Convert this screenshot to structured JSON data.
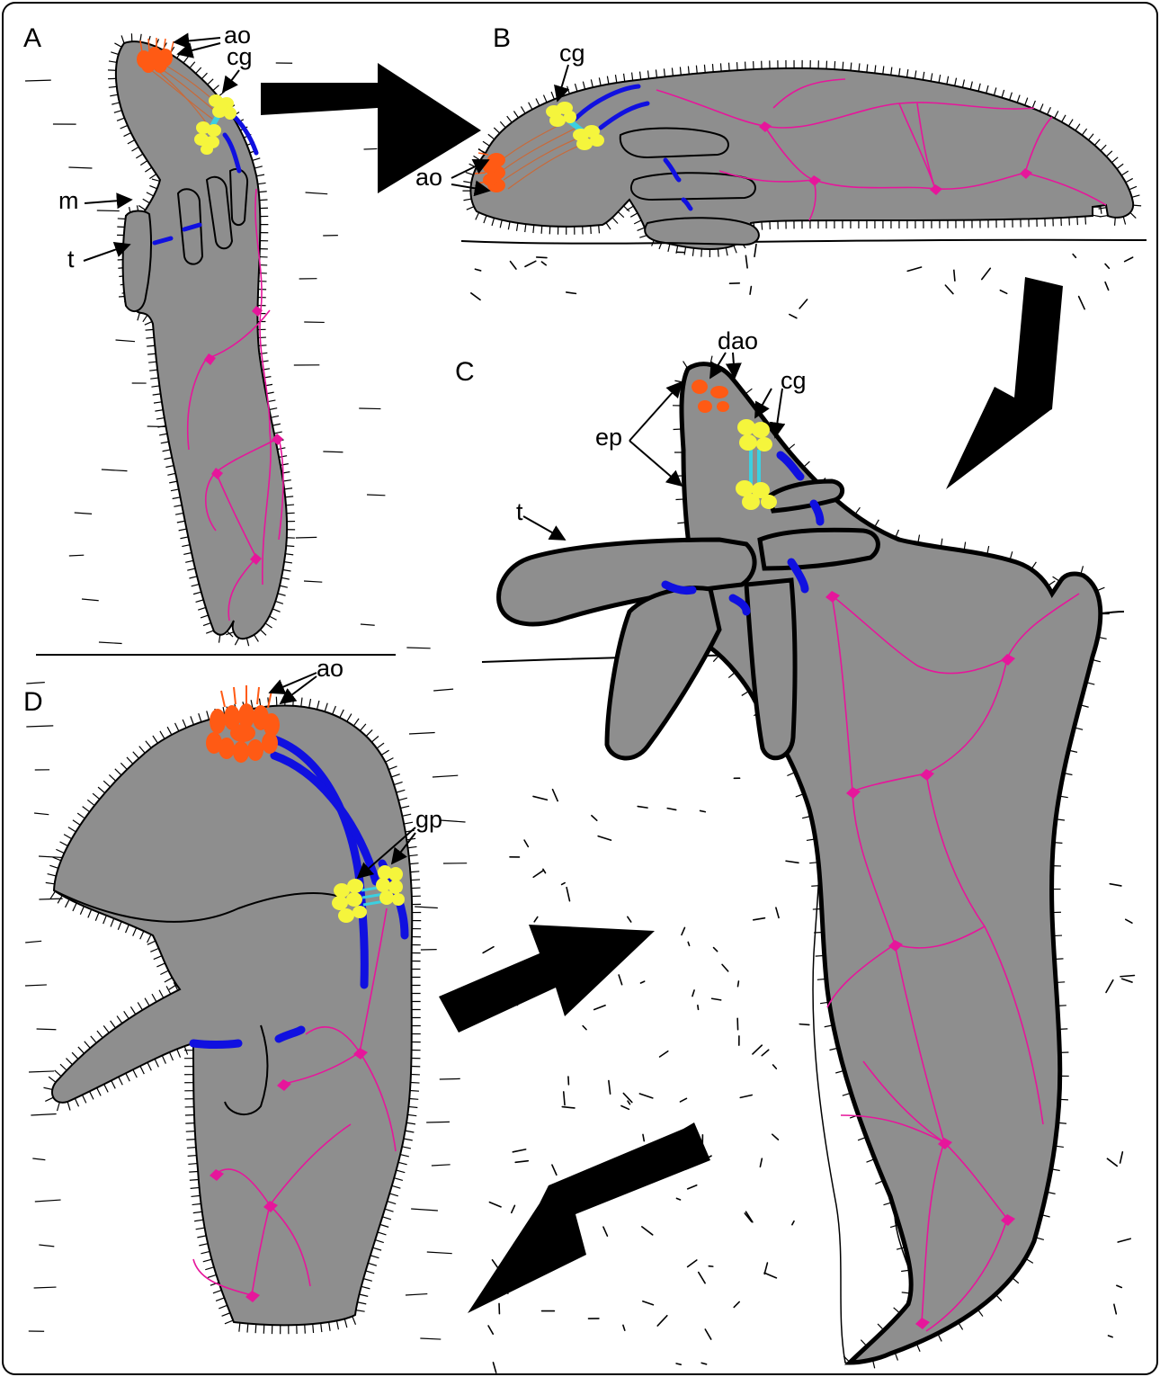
{
  "panels": [
    {
      "id": "A",
      "label": "A"
    },
    {
      "id": "B",
      "label": "B"
    },
    {
      "id": "C",
      "label": "C"
    },
    {
      "id": "D",
      "label": "D"
    }
  ],
  "annotations": {
    "A": {
      "ao": "ao",
      "cg": "cg",
      "m": "m",
      "t": "t"
    },
    "B": {
      "cg": "cg",
      "ao": "ao"
    },
    "C": {
      "dao": "dao",
      "cg": "cg",
      "ep": "ep",
      "t": "t"
    },
    "D": {
      "ao": "ao",
      "gp": "gp"
    }
  },
  "colors": {
    "body": "#8e8e8e",
    "apical_organ": "#ff5a14",
    "cerebral_ganglia": "#f5f53c",
    "connective": "#3ccfe0",
    "nerve_cord": "#1010e0",
    "nerve_net": "#e6169b",
    "arrow": "#000000",
    "outline": "#000000"
  },
  "icons": {
    "transition_arrow": "arrow-icon"
  }
}
